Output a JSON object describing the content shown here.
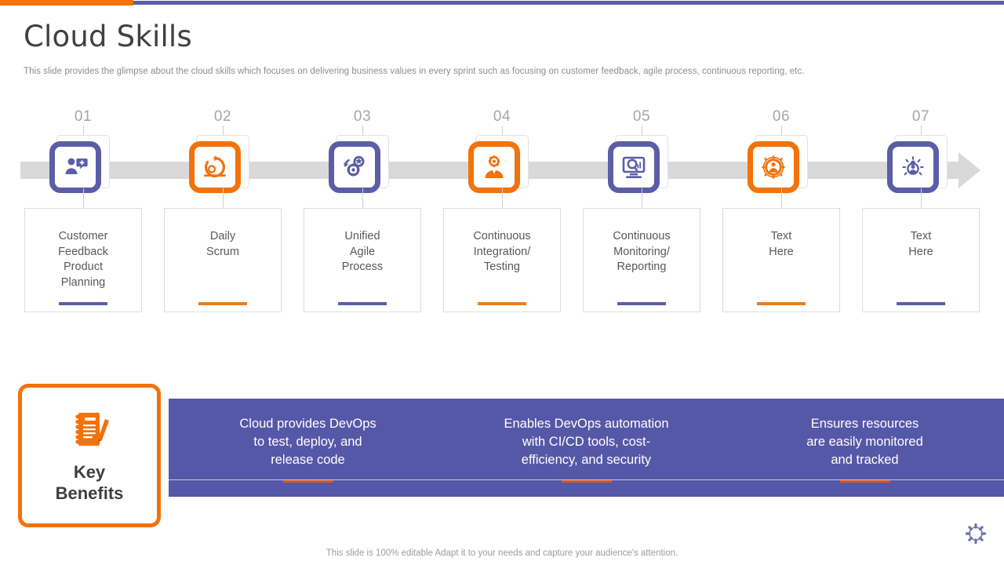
{
  "header": {
    "title": "Cloud Skills",
    "subtitle": "This slide provides the glimpse about the cloud skills which focuses on delivering business values in every sprint such as focusing on customer feedback, agile process, continuous reporting, etc."
  },
  "colors": {
    "purple": "#5B5EA6",
    "orange": "#F2720C",
    "band_purple": "#5557A7",
    "axis_gray": "#D9D9D9",
    "rule_orange": "#ED7D1F"
  },
  "timeline": {
    "steps": [
      {
        "number": "01",
        "label": "Customer\nFeedback\nProduct\nPlanning",
        "accent": "purple",
        "icon": "customer-feedback-icon"
      },
      {
        "number": "02",
        "label": "Daily\nScrum",
        "accent": "orange",
        "icon": "scrum-cycle-icon"
      },
      {
        "number": "03",
        "label": "Unified\nAgile\nProcess",
        "accent": "purple",
        "icon": "gears-process-icon"
      },
      {
        "number": "04",
        "label": "Continuous\nIntegration/\nTesting",
        "accent": "orange",
        "icon": "person-gear-icon"
      },
      {
        "number": "05",
        "label": "Continuous\nMonitoring/\nReporting",
        "accent": "purple",
        "icon": "monitor-search-icon"
      },
      {
        "number": "06",
        "label": "Text\nHere",
        "accent": "orange",
        "icon": "gear-emblem-icon"
      },
      {
        "number": "07",
        "label": "Text\nHere",
        "accent": "purple",
        "icon": "person-idea-icon"
      }
    ]
  },
  "key_benefits": {
    "title": "Key\nBenefits",
    "icon": "notepad-pencil-icon",
    "items": [
      "Cloud provides DevOps\nto test, deploy, and\nrelease code",
      "Enables DevOps automation\nwith CI/CD tools, cost-\nefficiency, and security",
      "Ensures resources\nare easily monitored\nand tracked"
    ]
  },
  "footer": {
    "note": "This slide is 100% editable Adapt it to your needs and capture your audience's attention.",
    "icon": "gear-icon"
  }
}
